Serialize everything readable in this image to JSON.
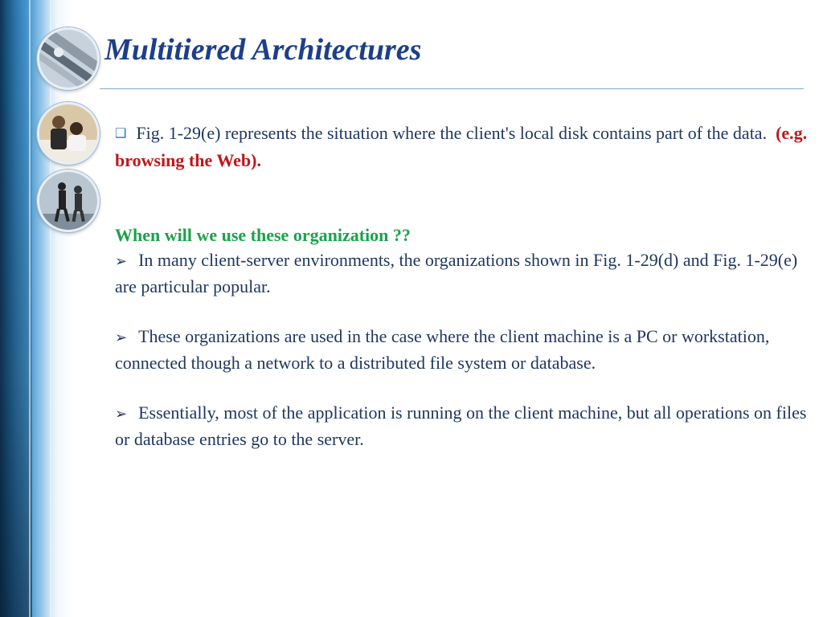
{
  "slide": {
    "title": "Multitiered Architectures",
    "icons": [
      "square-bullet-icon",
      "arrow-bullet-icon"
    ],
    "colors": {
      "title": "#1d3f8a",
      "body": "#1f3760",
      "highlight_red": "#c0161b",
      "heading_green": "#1aa34a",
      "rule": "#7fa7c9"
    },
    "bullet1": {
      "text": "Fig. 1-29(e) represents the situation where the client's local disk contains part of the data.",
      "highlight": "(e.g.  browsing the Web)."
    },
    "question": "When will we use these organization ??",
    "points": [
      "In many client-server environments, the organizations shown in Fig. 1-29(d) and Fig. 1-29(e) are particular popular.",
      "These organizations are used in the case where the client machine is a PC or workstation, connected though a network to a distributed file   system or database.",
      "Essentially, most of the application is running on the client machine, but all operations on files or database entries go to the server."
    ]
  }
}
